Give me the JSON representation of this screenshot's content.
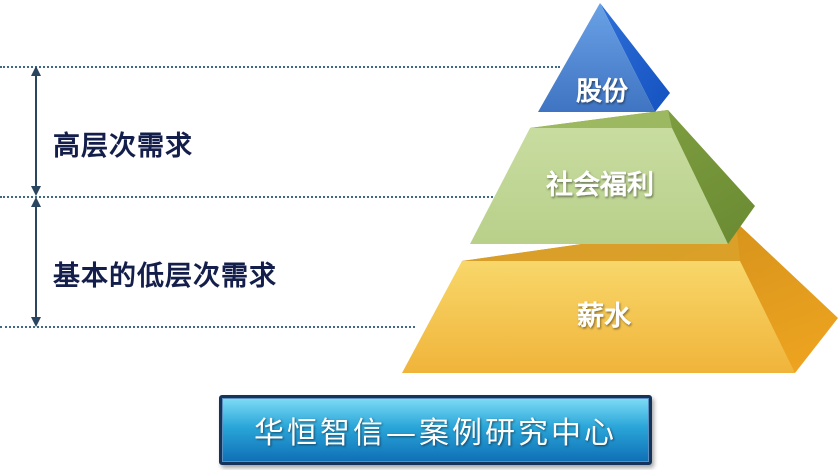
{
  "side_labels": {
    "high": "高层次需求",
    "basic": "基本的低层次需求"
  },
  "pyramid": {
    "tiers": [
      {
        "label": "股份",
        "color": "#4a86d4"
      },
      {
        "label": "社会福利",
        "color": "#c4d996"
      },
      {
        "label": "薪水",
        "color": "#f5c24a"
      }
    ]
  },
  "banner": {
    "text": "华恒智信—案例研究中心"
  },
  "colors": {
    "guide_line": "#3d6a86",
    "label_text": "#141e4a",
    "banner_blue": "#2aa6d9"
  }
}
